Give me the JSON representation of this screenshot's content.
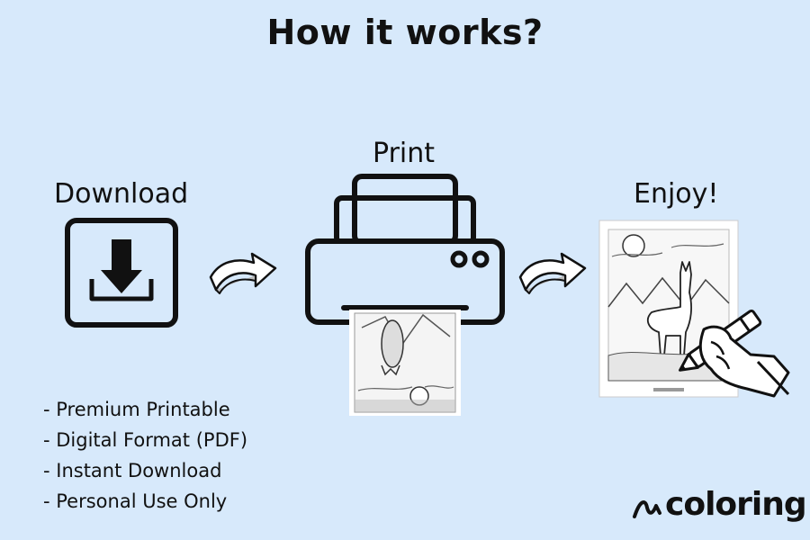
{
  "heading": "How it works?",
  "steps": {
    "download": "Download",
    "print": "Print",
    "enjoy": "Enjoy!"
  },
  "features": [
    "- Premium Printable",
    "- Digital Format (PDF)",
    "- Instant Download",
    "- Personal Use Only"
  ],
  "brand": {
    "name": "coloring"
  },
  "colors": {
    "background": "#d7e9fb",
    "ink": "#111111",
    "paper": "#ffffff"
  }
}
